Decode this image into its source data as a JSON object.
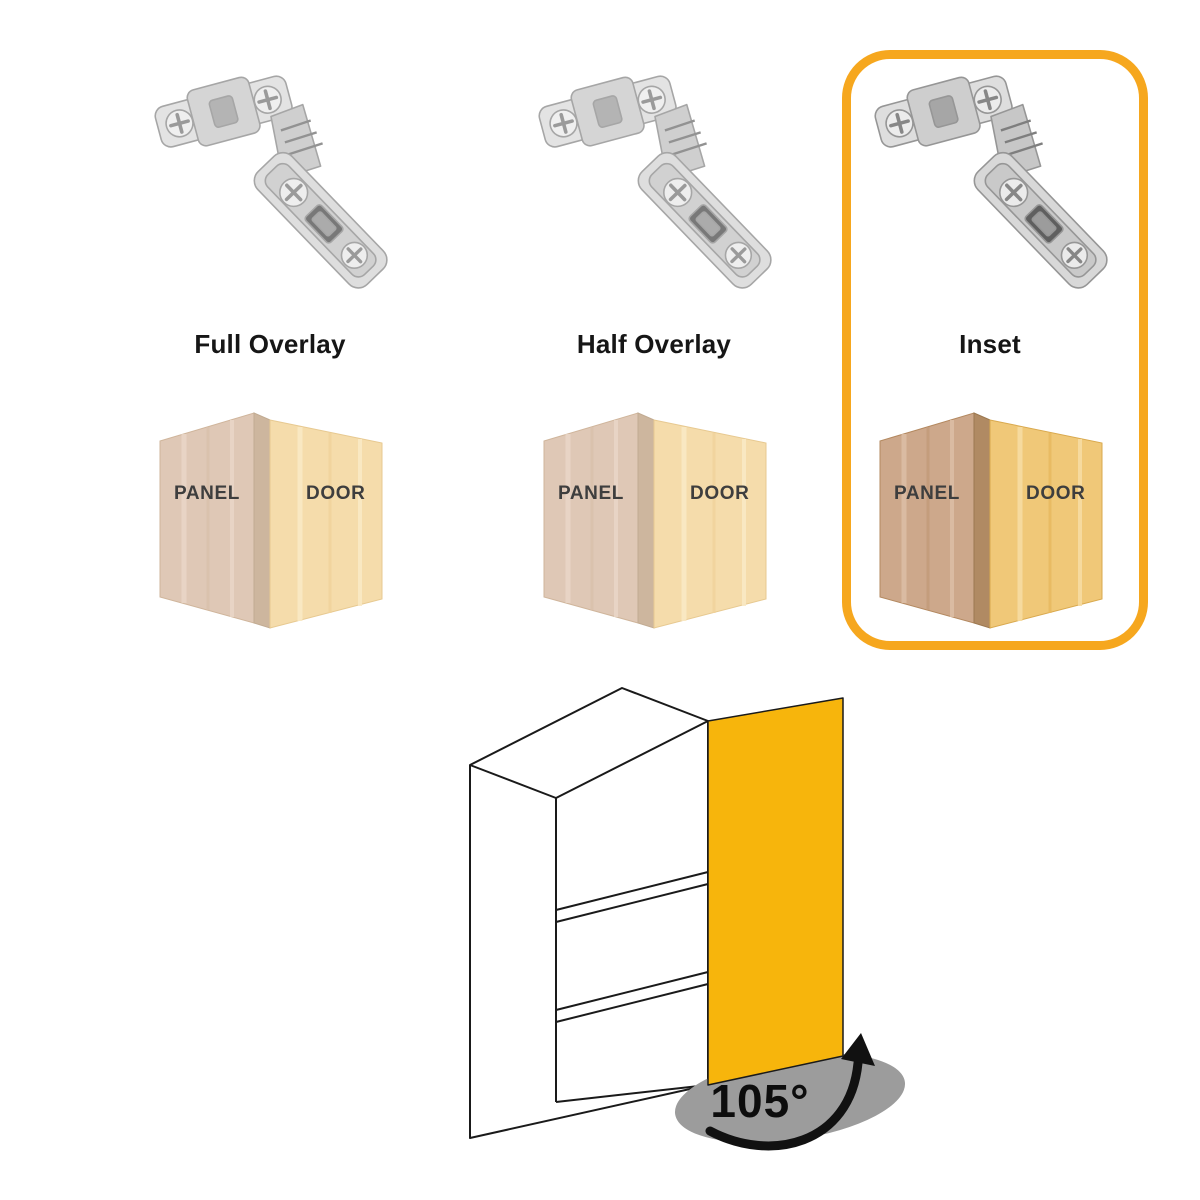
{
  "page": {
    "background": "#ffffff"
  },
  "hinge_options": [
    {
      "id": "full-overlay",
      "label": "Full Overlay",
      "panel_label": "PANEL",
      "door_label": "DOOR",
      "selected": false
    },
    {
      "id": "half-overlay",
      "label": "Half Overlay",
      "panel_label": "PANEL",
      "door_label": "DOOR",
      "selected": false
    },
    {
      "id": "inset",
      "label": "Inset",
      "panel_label": "PANEL",
      "door_label": "DOOR",
      "selected": true
    }
  ],
  "selection": {
    "selected_label": "Inset",
    "highlight_color": "#F6A71E"
  },
  "cabinet_diagram": {
    "opening_angle_label": "105°",
    "opening_angle_degrees": 105,
    "door_color": "#F7B50C",
    "arc_color": "#9C9C9C"
  },
  "colors": {
    "panel_wood": "#CDA88B",
    "door_wood": "#F0C878",
    "hinge_metal": "#D8D8D8",
    "outline": "#1A1A1A"
  },
  "icons": {
    "hinge": "concealed-cabinet-hinge-icon",
    "corner": "panel-door-corner-icon",
    "cabinet": "open-cabinet-icon",
    "arrow": "door-swing-arrow-icon"
  }
}
